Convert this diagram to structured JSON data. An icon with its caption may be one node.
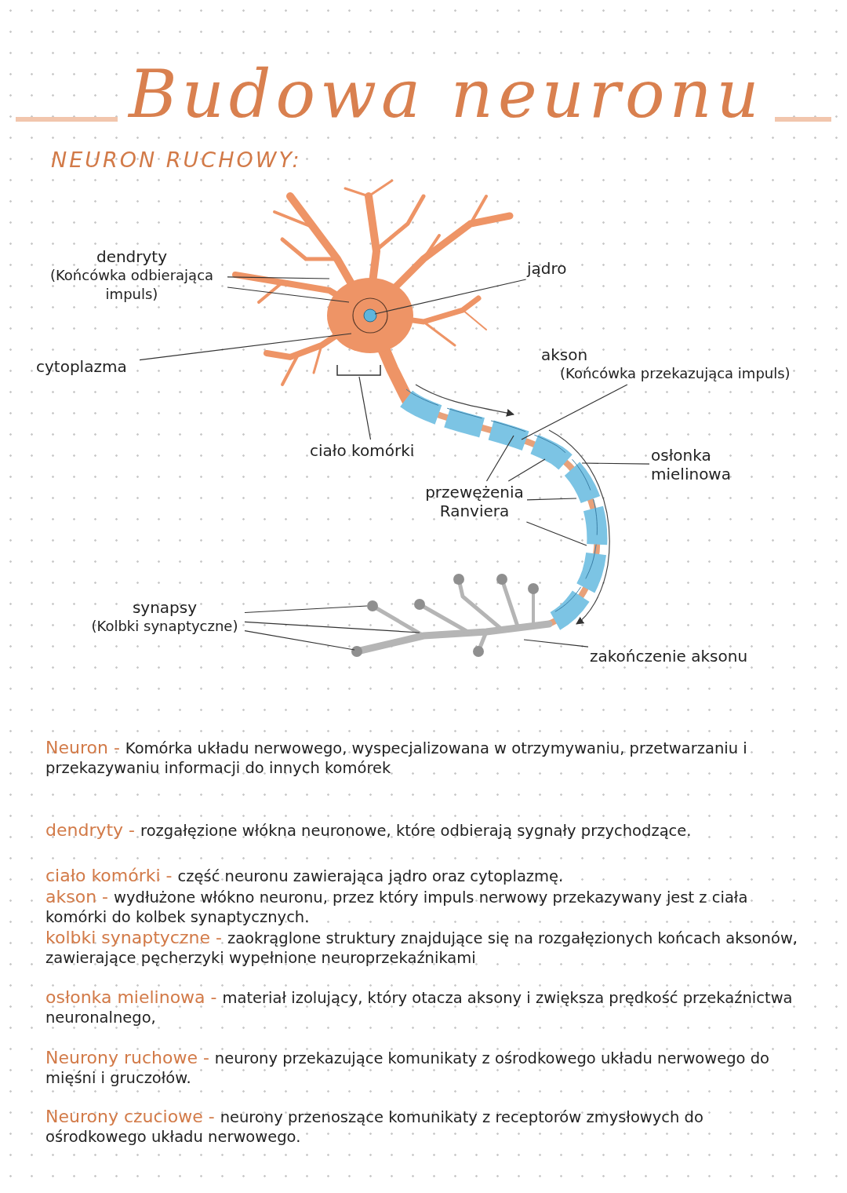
{
  "diagram": {
    "title": "Budowa neuronu",
    "nodes": [
      {
        "text": [
          "dendryty",
          "(Końcówka odbierająca impuls)"
        ]
      },
      {
        "text": [
          "jądro"
        ]
      },
      {
        "text": [
          "cytoplazma"
        ]
      },
      {
        "text": [
          "ciało komórki"
        ]
      },
      {
        "text": [
          "akson",
          "(Końcówka przekazująca impuls)"
        ]
      },
      {
        "text": [
          "osłonka mielinowa"
        ]
      },
      {
        "text": [
          "przewężenia Ranviera"
        ]
      },
      {
        "text": [
          "synapsy",
          "(Kolbki synaptyczne)"
        ]
      },
      {
        "text": [
          "zakończenie aksonu"
        ]
      }
    ],
    "edges": [
      {
        "from": 0,
        "to": null,
        "arrow": "none"
      },
      {
        "from": 0,
        "to": null,
        "arrow": "none"
      },
      {
        "from": 1,
        "to": null,
        "arrow": "none"
      },
      {
        "from": 2,
        "to": null,
        "arrow": "none"
      },
      {
        "from": 3,
        "to": null,
        "arrow": "none"
      },
      {
        "from": 4,
        "to": null,
        "arrow": "none"
      },
      {
        "from": 5,
        "to": null,
        "arrow": "none"
      },
      {
        "from": 6,
        "to": null,
        "arrow": "none"
      },
      {
        "from": 6,
        "to": null,
        "arrow": "none"
      },
      {
        "from": 6,
        "to": null,
        "arrow": "none"
      },
      {
        "from": 6,
        "to": null,
        "arrow": "none"
      },
      {
        "from": 7,
        "to": null,
        "arrow": "none"
      },
      {
        "from": 7,
        "to": null,
        "arrow": "none"
      },
      {
        "from": 7,
        "to": null,
        "arrow": "none"
      },
      {
        "from": 8,
        "to": null,
        "arrow": "none"
      }
    ],
    "labels": [
      "NEURON RUCHOWY:",
      "Neuron -",
      "Komórka układu nerwowego, wyspecjalizowana w otrzymywaniu, przetwarzaniu i przekazywaniu informacji do innych komórek",
      "dendryty -",
      "rozgałęzione włókna neuronowe, które odbierają sygnały przychodzące.",
      "ciało komórki -",
      "część neuronu zawierająca jądro oraz cytoplazmę.",
      "akson -",
      "wydłużone włókno neuronu, przez który impuls nerwowy przekazywany jest z ciała komórki do kolbek synaptycznych.",
      "kolbki synaptyczne -",
      "zaokrąglone struktury znajdujące się na rozgałęzionych końcach aksonów, zawierające pęcherzyki wypełnione neuroprzekaźnikami",
      "osłonka mielinowa -",
      "materiał izolujący, który otacza aksony i zwiększa prędkość przekaźnictwa neuronalnego,",
      "Neurony ruchowe -",
      "neurony przekazujące komunikaty z ośrodkowego układu nerwowego do mięśni i gruczołów.",
      "Neurony czuciowe -",
      "neurony przenoszące komunikaty z receptorów zmysłowych do ośrodkowego układu nerwowego."
    ]
  }
}
